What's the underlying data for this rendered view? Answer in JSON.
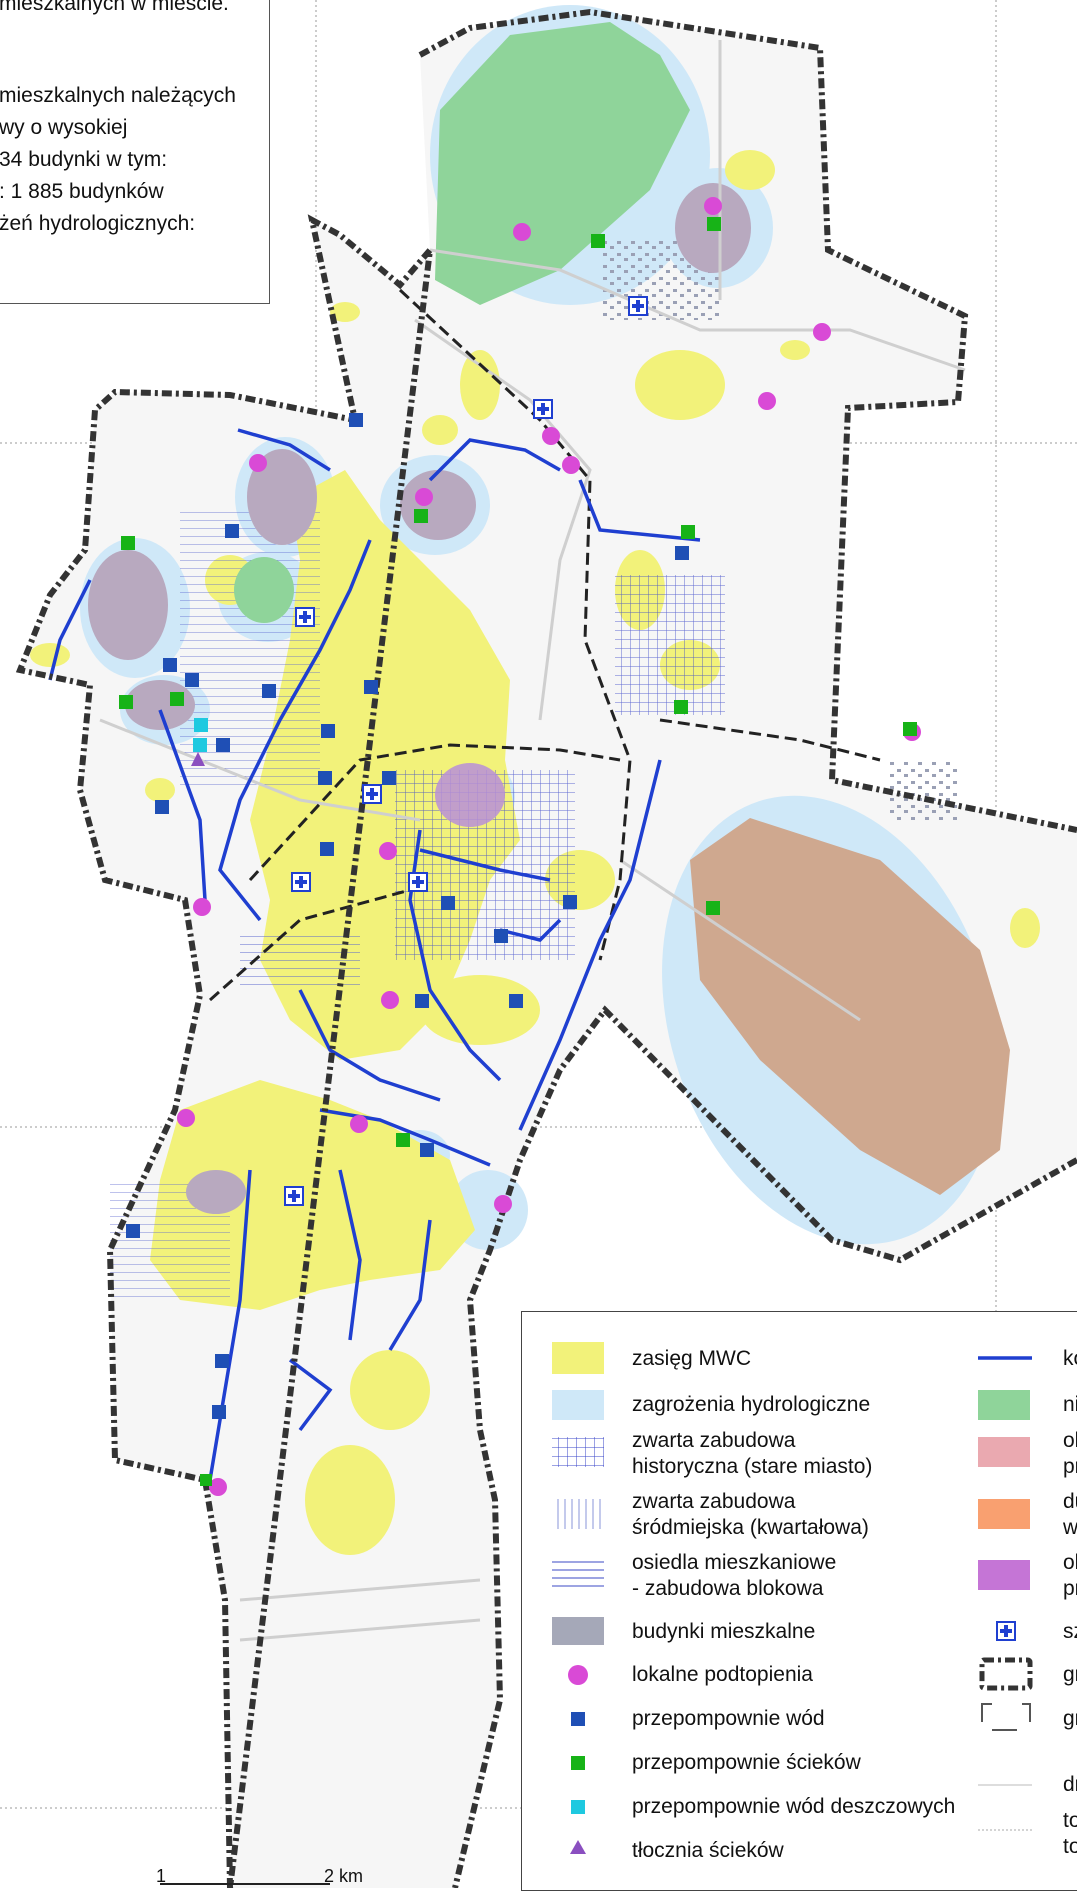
{
  "info_box": {
    "lines": [
      "mieszkalnych w mieście.",
      "mieszkalnych należących",
      "wy o wysokiej",
      "34 budynki w tym:",
      ": 1 885 budynków",
      "żeń hydrologicznych:"
    ]
  },
  "legend": {
    "left_items": [
      {
        "label": "zasięg MWC",
        "symbol": "yellow-area"
      },
      {
        "label": "zagrożenia hydrologiczne",
        "symbol": "lightblue-area"
      },
      {
        "label": "zwarta zabudowa\nhistoryczna (stare miasto)",
        "symbol": "grid-hatch"
      },
      {
        "label": "zwarta zabudowa\nśródmiejska (kwartałowa)",
        "symbol": "vertical-hatch"
      },
      {
        "label": "osiedla mieszkaniowe\n- zabudowa blokowa",
        "symbol": "horizontal-hatch"
      },
      {
        "label": "budynki mieszkalne",
        "symbol": "gray-area"
      },
      {
        "label": "lokalne podtopienia",
        "symbol": "magenta-circle"
      },
      {
        "label": "przepompownie wód",
        "symbol": "blue-square"
      },
      {
        "label": "przepompownie ścieków",
        "symbol": "green-square"
      },
      {
        "label": "przepompownie wód deszczowych",
        "symbol": "cyan-square"
      },
      {
        "label": "tłocznia ścieków",
        "symbol": "purple-triangle"
      }
    ],
    "right_items": [
      {
        "label": "ko",
        "symbol": "blue-line"
      },
      {
        "label": "ni",
        "symbol": "green-area"
      },
      {
        "label": "ol\npr",
        "symbol": "pink-area"
      },
      {
        "label": "du\nw",
        "symbol": "orange-area"
      },
      {
        "label": "ol\npr",
        "symbol": "violet-area"
      },
      {
        "label": "sz",
        "symbol": "hospital-cross"
      },
      {
        "label": "gr",
        "symbol": "city-boundary"
      },
      {
        "label": "gr",
        "symbol": "dashed-boundary"
      },
      {
        "label": "dr",
        "symbol": "thin-line"
      },
      {
        "label": "to\nto",
        "symbol": "dotted-line"
      }
    ]
  },
  "scale": {
    "labels": [
      "1",
      "2 km"
    ]
  },
  "colors": {
    "mwc_yellow": "#f2f27a",
    "hydro_blue": "#cfe8f8",
    "water_pump": "#1f4fb5",
    "sewage_pump": "#17b317",
    "rain_pump": "#1ec9e0",
    "flood_point": "#d94ad6",
    "canal": "#1f3fd0",
    "green_area": "#8fd49a",
    "brown_area": "#cfa88f",
    "violet_area": "#b98fd8",
    "gray_area": "#b8a9bf",
    "boundary": "#333333"
  }
}
